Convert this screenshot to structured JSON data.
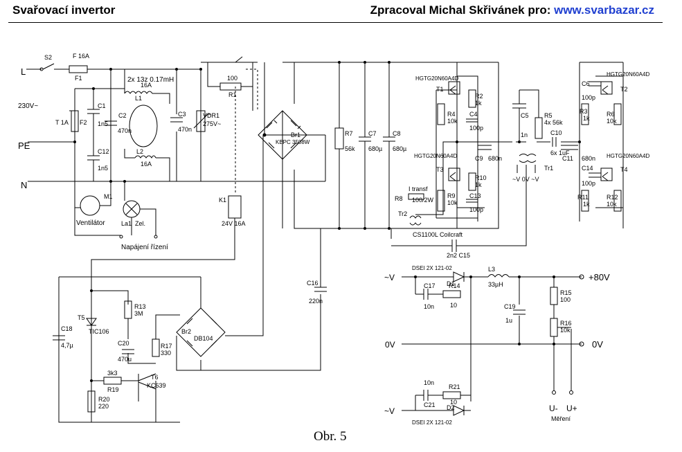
{
  "header": {
    "left_title": "Svařovací invertor",
    "right_prefix": "Zpracoval Michal Skřivánek pro:",
    "right_url": "www.svarbazar.cz"
  },
  "caption": "Obr. 5",
  "labels": {
    "L": "L",
    "PE": "PE",
    "N": "N",
    "mains": "230V~",
    "S2": "S2",
    "F1_val": "F 16A",
    "F1": "F1",
    "F2": "F2",
    "F2_val": "T 1A",
    "C1": "C1",
    "C1_val": "1n5",
    "C12": "C12",
    "C12_val": "1n5",
    "C2": "C2",
    "C2_val": "470n",
    "L1_spec": "2x 13z 0.17mH",
    "L1_val": "16A",
    "L1": "L1",
    "L2": "L2",
    "L2_val": "16A",
    "C3": "C3",
    "C3_val": "470n",
    "VDR1": "VDR1",
    "VDR1_val": "275V~",
    "R1_val": "100",
    "R1": "R1",
    "Br1": "Br1",
    "Br1_val": "KBPC 3508W",
    "R7": "R7",
    "R7_val": "56k",
    "C7": "C7",
    "C7_val": "680µ",
    "C8": "C8",
    "C8_val": "680µ",
    "M1": "M1",
    "ventilator": "Ventilátor",
    "La1": "La1",
    "Zel": "Zel.",
    "napajeni": "Napájení řízení",
    "K1": "K1",
    "K1_val": "24V 16A",
    "C16": "C16",
    "C16_val": "220n",
    "T1_type": "HGTG20N60A4D",
    "T1": "T1",
    "R2": "R2",
    "R2_val": "1k",
    "R4": "R4",
    "R4_val": "10k",
    "C4": "C4",
    "C4_val": "100p",
    "T3_type": "HGTG20N60A4D",
    "T3": "T3",
    "C9": "C9",
    "C9_val": "680n",
    "R10": "R10",
    "R10_val": "1k",
    "R9": "R9",
    "R9_val": "10k",
    "C13": "C13",
    "C13_val": "100p",
    "R8": "R8",
    "R8_val": "100/2W",
    "I_transf": "I transf",
    "Tr2": "Tr2",
    "Tr2_val": "CS1100L Coilcraft",
    "C15": "2n2 C15",
    "C5": "C5",
    "C5_val": "1n",
    "R5": "R5",
    "R5_val": "4x 56k",
    "Tr1": "Tr1",
    "Tr1_taps": "~V 0V ~V",
    "C10": "C10",
    "C10_val": "6x 1uF",
    "C11": "C11",
    "C11_val": "680n",
    "T2_type": "HGTG20N60A4D",
    "T2": "T2",
    "C6": "C6",
    "C6_val": "100p",
    "R3": "R3",
    "R3_val": "1k",
    "R6": "R6",
    "R6_val": "10k",
    "T4_type": "HGTG20N60A4D",
    "T4": "T4",
    "C14": "C14",
    "C14_val": "100p",
    "R11": "R11",
    "R11_val": "1k",
    "R12": "R12",
    "R12_val": "10k",
    "T5": "T5",
    "T5_val": "TIC106",
    "C18": "C18",
    "C18_val": "4,7µ",
    "R13": "R13",
    "R13_val": "3M",
    "C20": "C20",
    "C20_val": "470u",
    "R17": "R17",
    "R17_val": "330",
    "Br2": "Br2",
    "Br2_val": "DB104",
    "R19_val": "3k3",
    "R19": "R19",
    "T6": "T6",
    "T6_val": "KC639",
    "R20": "R20",
    "R20_val": "220",
    "in_V_top": "~V",
    "in_0V": "0V",
    "in_V_bot": "~V",
    "D1_type": "DSEI 2X 121-02",
    "D1": "D1",
    "C17": "C17",
    "C17_val": "10n",
    "R14": "R14",
    "R14_val": "10",
    "L3": "L3",
    "L3_val": "33µH",
    "C19": "C19",
    "C19_val": "1u",
    "R15": "R15",
    "R15_val": "100",
    "R16": "R16",
    "R16_val": "10k",
    "out_80V": "+80V",
    "out_0V": "0V",
    "C21_top": "10n",
    "R21": "R21",
    "R21_val": "10",
    "C21": "C21",
    "D2": "D2",
    "D2_type": "DSEI 2X 121-02",
    "U_minus": "U-",
    "U_plus": "U+",
    "mereni": "Měření"
  }
}
